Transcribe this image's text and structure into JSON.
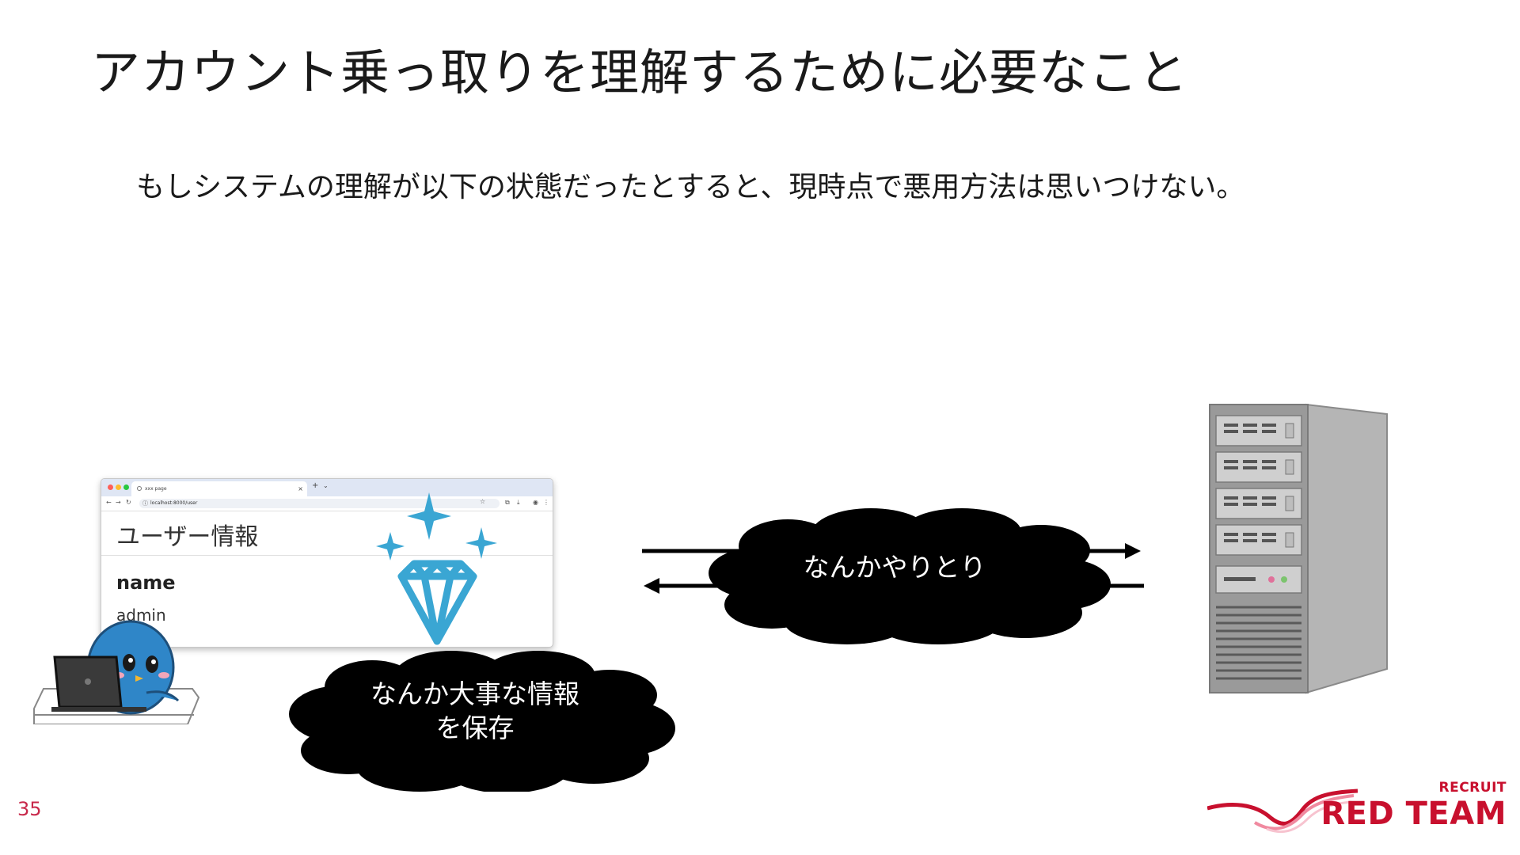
{
  "slide": {
    "title": "アカウント乗っ取りを理解するために必要なこと",
    "subtitle": "もしシステムの理解が以下の状態だったとすると、現時点で悪用方法は思いつけない。",
    "page_number": "35"
  },
  "browser": {
    "tab_title": "xxx page",
    "url": "localhost:8000/user",
    "page_heading": "ユーザー情報",
    "field_label": "name",
    "field_value": "admin"
  },
  "clouds": {
    "client_note": "なんか大事な情報\nを保存",
    "exchange_note": "なんかやりとり"
  },
  "logo": {
    "line1": "RECRUIT",
    "line2": "RED TEAM"
  },
  "colors": {
    "brand_red": "#c8102e",
    "diamond_blue": "#3aa6d3",
    "mascot_blue": "#2f86c8",
    "server_gray": "#9a9a9a"
  },
  "icons": [
    "diamond-icon",
    "sparkle-icon",
    "penguin-mascot-icon",
    "laptop-icon",
    "server-tower-icon",
    "arrow-right-icon",
    "arrow-left-icon"
  ]
}
